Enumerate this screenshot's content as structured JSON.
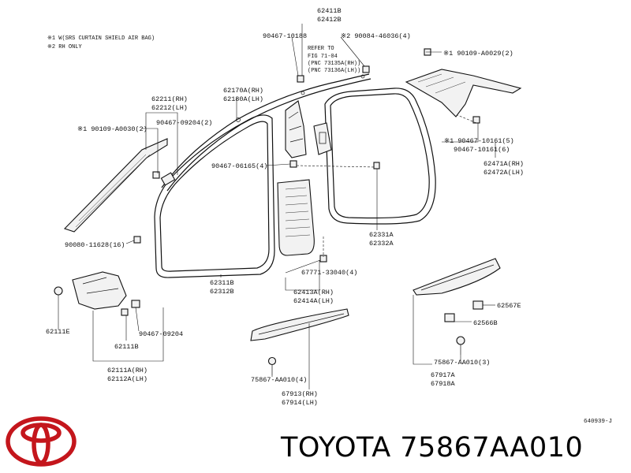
{
  "brand": "TOYOTA",
  "part_number": "75867AA010",
  "catalog_code": "640939-J",
  "notes": [
    "※1 W(SRS CURTAIN SHIELD AIR BAG)",
    "※2 RH ONLY"
  ],
  "refer": [
    "REFER TO",
    "FIG 71-04",
    "(PNC 73135A(RH))",
    "(PNC 73136A(LH))"
  ],
  "labels": {
    "p62411B": "62411B",
    "p62412B": "62412B",
    "p90467_10188": "90467-10188",
    "p90084_46036": "※2 90084-46036(4)",
    "p90109_A0029": "※1 90109-A0029(2)",
    "p62170A": "62170A(RH)",
    "p62180A": "62180A(LH)",
    "p62211": "62211(RH)",
    "p62212": "62212(LH)",
    "p90109_A0030": "※1 90109-A0030(2)",
    "p90467_09204_2": "90467-09204(2)",
    "p90467_10161_5": "※1 90467-10161(5)",
    "p90467_10161_6": "90467-10161(6)",
    "p62471A": "62471A(RH)",
    "p62472A": "62472A(LH)",
    "p90467_06165": "90467-06165(4)",
    "p90080_11628": "90080-11628(16)",
    "p62331A": "62331A",
    "p62332A": "62332A",
    "p62311B": "62311B",
    "p62312B": "62312B",
    "p67771_33040": "67771-33040(4)",
    "p62413A": "62413A(RH)",
    "p62414A": "62414A(LH)",
    "p62567E": "62567E",
    "p62566B": "62566B",
    "p62111E": "62111E",
    "p90467_09204": "90467-09204",
    "p62111B": "62111B",
    "p75867_AA010_3": "75867-AA010(3)",
    "p62111A": "62111A(RH)",
    "p62112A": "62112A(LH)",
    "p67917A": "67917A",
    "p67918A": "67918A",
    "p75867_AA010_4": "75867-AA010(4)",
    "p67913": "67913(RH)",
    "p67914": "67914(LH)"
  },
  "colors": {
    "line": "#111111",
    "logo": "#c4161c",
    "background": "#ffffff"
  }
}
